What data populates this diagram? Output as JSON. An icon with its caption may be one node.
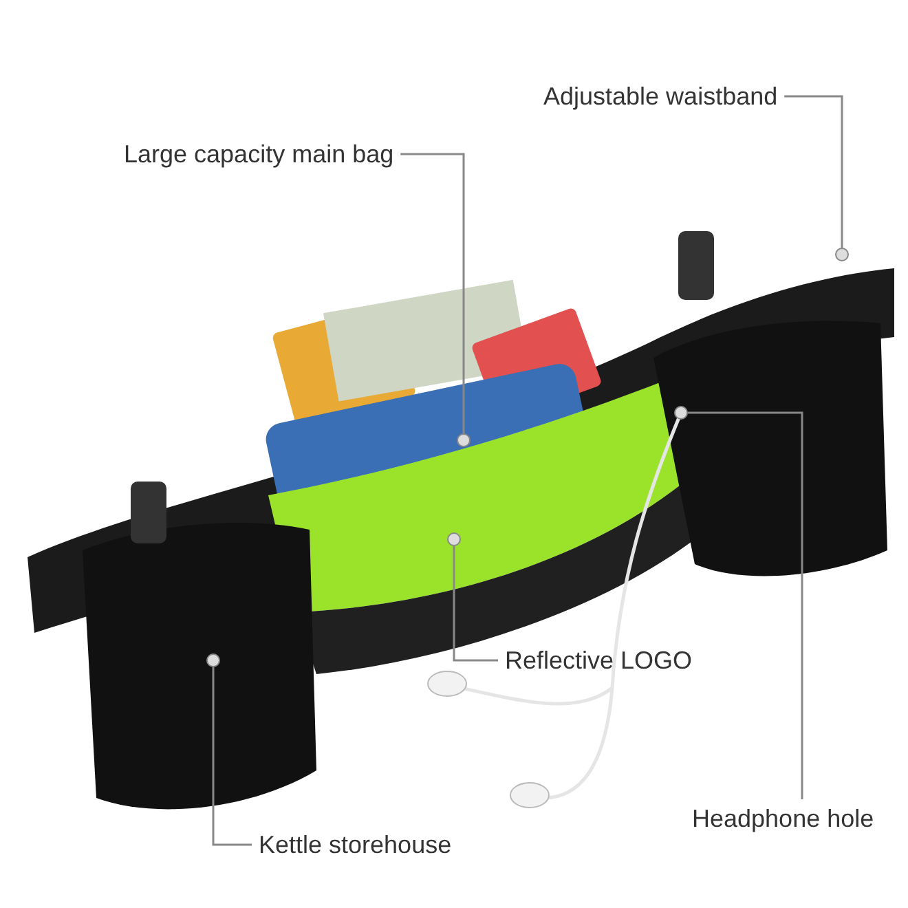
{
  "diagram": {
    "nodes": [
      {
        "text": [
          "Adjustable waistband"
        ]
      },
      {
        "text": [
          "Large capacity main bag"
        ]
      },
      {
        "text": [
          "Reflective LOGO"
        ]
      },
      {
        "text": [
          "Headphone hole"
        ]
      },
      {
        "text": [
          "Kettle storehouse"
        ]
      },
      {
        "text": [],
        "shape": "circle"
      },
      {
        "text": [],
        "shape": "circle"
      },
      {
        "text": [],
        "shape": "circle"
      },
      {
        "text": [],
        "shape": "circle"
      },
      {
        "text": [],
        "shape": "circle"
      }
    ],
    "edges": [
      {
        "from": 0,
        "to": 5,
        "arrow": "none"
      },
      {
        "from": 1,
        "to": 6,
        "arrow": "none"
      },
      {
        "from": 2,
        "to": 7,
        "arrow": "none"
      },
      {
        "from": 3,
        "to": 8,
        "arrow": "none"
      },
      {
        "from": 4,
        "to": 9,
        "arrow": "none"
      }
    ]
  }
}
